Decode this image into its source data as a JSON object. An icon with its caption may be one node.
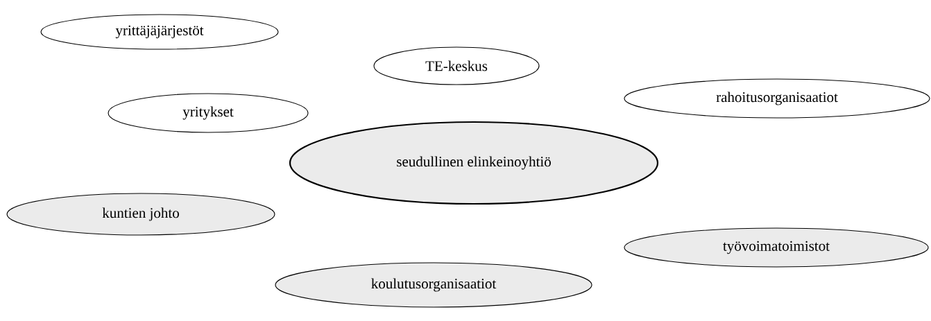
{
  "diagram": {
    "nodes": [
      {
        "text": [
          "yrittäjäjärjestöt"
        ]
      },
      {
        "text": [
          "TE-keskus"
        ]
      },
      {
        "text": [
          "rahoitusorganisaatiot"
        ]
      },
      {
        "text": [
          "yritykset"
        ]
      },
      {
        "text": [
          "seudullinen elinkeinoyhtiö"
        ]
      },
      {
        "text": [
          "kuntien johto"
        ]
      },
      {
        "text": [
          "työvoimatoimistot"
        ]
      },
      {
        "text": [
          "koulutusorganisaatiot"
        ]
      }
    ]
  }
}
